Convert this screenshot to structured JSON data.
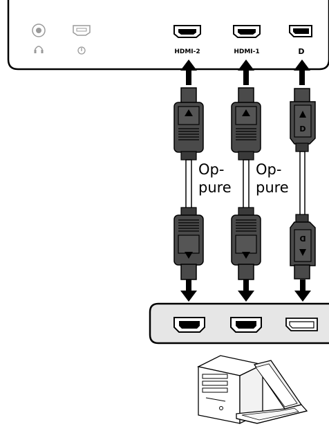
{
  "monitor_panel": {
    "ports": [
      {
        "name": "headphone-jack",
        "icon": "headphone-icon"
      },
      {
        "name": "dc-power-port",
        "icon": "power-icon"
      },
      {
        "name": "hdmi-2-port",
        "label": "HDMI-2"
      },
      {
        "name": "hdmi-1-port",
        "label": "HDMI-1"
      },
      {
        "name": "displayport-port",
        "label": "D"
      }
    ]
  },
  "cables": [
    {
      "type": "HDMI",
      "caption": "Op-\npure"
    },
    {
      "type": "HDMI",
      "caption": "Op-\npure"
    },
    {
      "type": "DisplayPort",
      "plug_mark": "D"
    }
  ],
  "source_panel": {
    "ports": [
      "hdmi-port",
      "hdmi-port",
      "displayport-port"
    ]
  },
  "devices": [
    "desktop-tower",
    "laptop"
  ],
  "colors": {
    "cable": "#4a4a4a",
    "cable_dark": "#2b2b2b",
    "outline": "#000000",
    "panel": "#ffffff",
    "source_panel": "#e6e6e6"
  }
}
